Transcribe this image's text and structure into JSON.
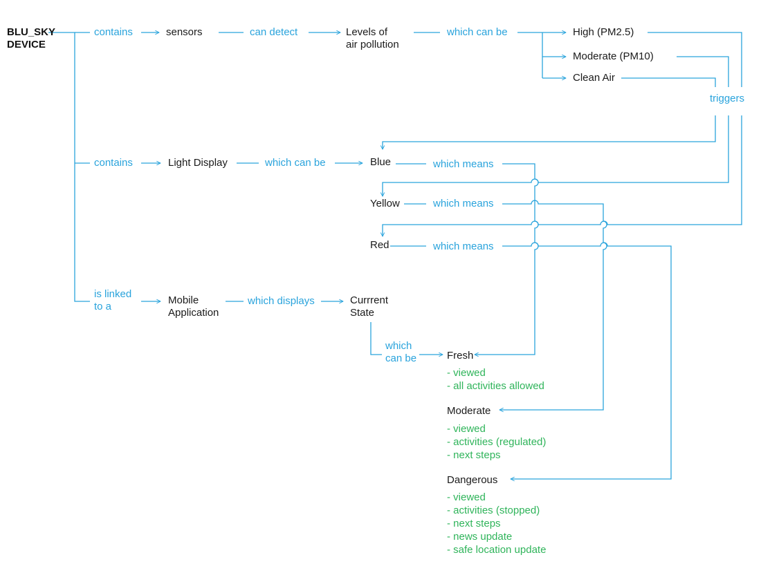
{
  "root": "BLU_SKY\nDEVICE",
  "nodes": {
    "sensors": "sensors",
    "pollution": "Levels of\nair pollution",
    "high": "High (PM2.5)",
    "moderate_pm": "Moderate (PM10)",
    "clean_air": "Clean Air",
    "light_display": "Light Display",
    "blue": "Blue",
    "yellow": "Yellow",
    "red": "Red",
    "mobile_app": "Mobile\nApplication",
    "current_state": "Currrent\nState",
    "fresh": "Fresh",
    "moderate_state": "Moderate",
    "dangerous": "Dangerous"
  },
  "relations": {
    "contains_1": "contains",
    "can_detect": "can detect",
    "which_can_be_1": "which can be",
    "triggers": "triggers",
    "contains_2": "contains",
    "which_can_be_2": "which can be",
    "which_means_1": "which means",
    "which_means_2": "which means",
    "which_means_3": "which means",
    "is_linked": "is linked\nto a",
    "which_displays": "which displays",
    "which_can_be_3": "which\ncan be"
  },
  "notes": {
    "fresh": [
      "- viewed",
      "- all activities allowed"
    ],
    "moderate": [
      "- viewed",
      "- activities (regulated)",
      "- next steps"
    ],
    "dangerous": [
      "- viewed",
      "- activities (stopped)",
      "- next steps",
      "- news update",
      "- safe location update"
    ]
  },
  "colors": {
    "line": "#29a3dc",
    "relation_text": "#29a3dc",
    "note_text": "#2fb45a",
    "node_text": "#1a1a1a"
  }
}
